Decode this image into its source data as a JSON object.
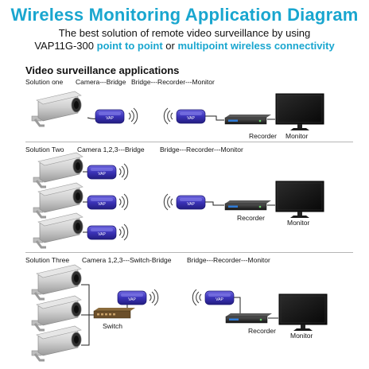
{
  "header": {
    "title": "Wireless Monitoring Application Diagram",
    "subtitle_line1": "The best solution of remote video surveillance by using",
    "subtitle_prefix": "VAP11G-300",
    "subtitle_p2p": "point to point",
    "subtitle_or": "or",
    "subtitle_multi": "multipoint wireless connectivity"
  },
  "section_title": "Video surveillance applications",
  "solutions": [
    {
      "name": "Solution one",
      "left_label": "Camera---Bridge",
      "right_label": "Bridge---Recorder---Monitor",
      "recorder": "Recorder",
      "monitor": "Monitor"
    },
    {
      "name": "Solution Two",
      "left_label": "Camera 1,2,3---Bridge",
      "right_label": "Bridge---Recorder---Monitor",
      "recorder": "Recorder",
      "monitor": "Monitor"
    },
    {
      "name": "Solution Three",
      "left_label": "Camera 1,2,3---Switch-Bridge",
      "right_label": "Bridge---Recorder---Monitor",
      "switch": "Switch",
      "recorder": "Recorder",
      "monitor": "Monitor"
    }
  ],
  "device_badge": "VAP",
  "colors": {
    "accent": "#19a6cf",
    "bridge": "#3b33b8",
    "camera": "#d9d9d9",
    "recorder": "#2a2a2a",
    "monitor": "#1a1a1a"
  }
}
